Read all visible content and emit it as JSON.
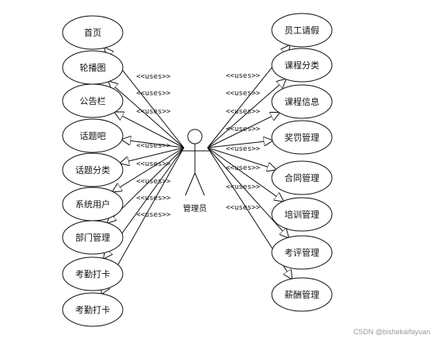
{
  "actor": {
    "label": "管理员"
  },
  "relation_label": "<<uses>>",
  "use_cases_left": [
    "首页",
    "轮播图",
    "公告栏",
    "话题吧",
    "话题分类",
    "系统用户",
    "部门管理",
    "考勤打卡",
    "考勤打卡"
  ],
  "use_cases_right": [
    "员工请假",
    "课程分类",
    "课程信息",
    "奖罚管理",
    "合同管理",
    "培训管理",
    "考评管理",
    "薪酬管理"
  ],
  "watermark": "CSDN @bishekaifayuan"
}
